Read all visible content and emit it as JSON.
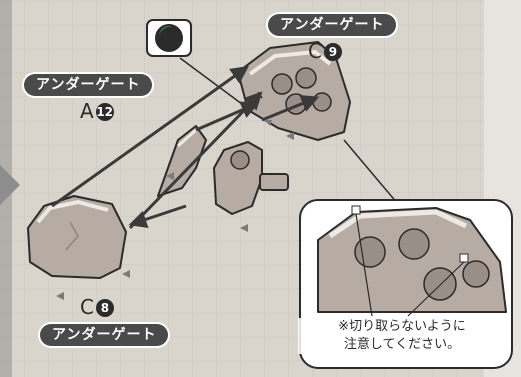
{
  "label_text": "アンダーゲート",
  "gates": {
    "top": {
      "letter": "C",
      "number": "9"
    },
    "left": {
      "letter": "A",
      "number": "12"
    },
    "bottom": {
      "letter": "C",
      "number": "8"
    }
  },
  "note": {
    "line1": "※切り取らないように",
    "line2": "注意してください。"
  },
  "colors": {
    "label_bg": "#4a4a4a",
    "part_fill": "#b7aca4",
    "arrow": "#3a3a3a"
  },
  "icons": [
    "paint-marker-icon",
    "arrow-right-icon"
  ]
}
